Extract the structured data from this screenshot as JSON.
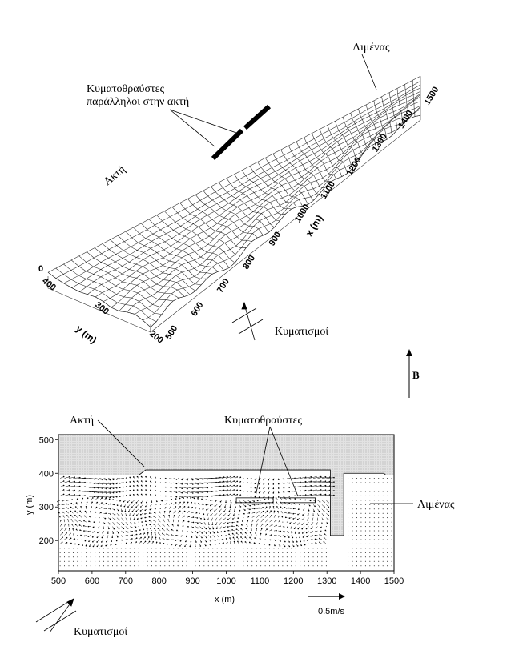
{
  "top": {
    "label_harbor": "Λιμένας",
    "label_breakwaters": [
      "Κυματοθραύστες",
      "παράλληλοι στην ακτή"
    ],
    "label_coast": "Ακτή",
    "label_waves": "Κυματισμοί",
    "x_axis_label": "x (m)",
    "x_ticks": [
      "500",
      "600",
      "700",
      "800",
      "900",
      "1000",
      "1100",
      "1200",
      "1300",
      "1400",
      "1500"
    ],
    "y_axis_label": "y (m)",
    "y_ticks": [
      "200",
      "300",
      "400"
    ],
    "z_tick": "0"
  },
  "north": {
    "label": "B"
  },
  "bottom": {
    "label_coast": "Ακτή",
    "label_breakwaters": "Κυματοθραύστες",
    "label_harbor": "Λιμένας",
    "label_waves": "Κυματισμοί",
    "x_axis_label": "x (m)",
    "y_axis_label": "y (m)",
    "x_ticks": [
      500,
      600,
      700,
      800,
      900,
      1000,
      1100,
      1200,
      1300,
      1400,
      1500
    ],
    "y_ticks": [
      200,
      300,
      400,
      500
    ],
    "xlim": [
      500,
      1500
    ],
    "ylim": [
      110,
      515
    ],
    "scale_label": "0.5m/s",
    "land_coast_y": 410,
    "breakwaters": [
      {
        "x0": 1030,
        "x1": 1140,
        "y": 320
      },
      {
        "x0": 1160,
        "x1": 1265,
        "y": 320
      }
    ],
    "harbor_pier": {
      "x0": 1310,
      "x1": 1350,
      "y_min": 215
    }
  }
}
